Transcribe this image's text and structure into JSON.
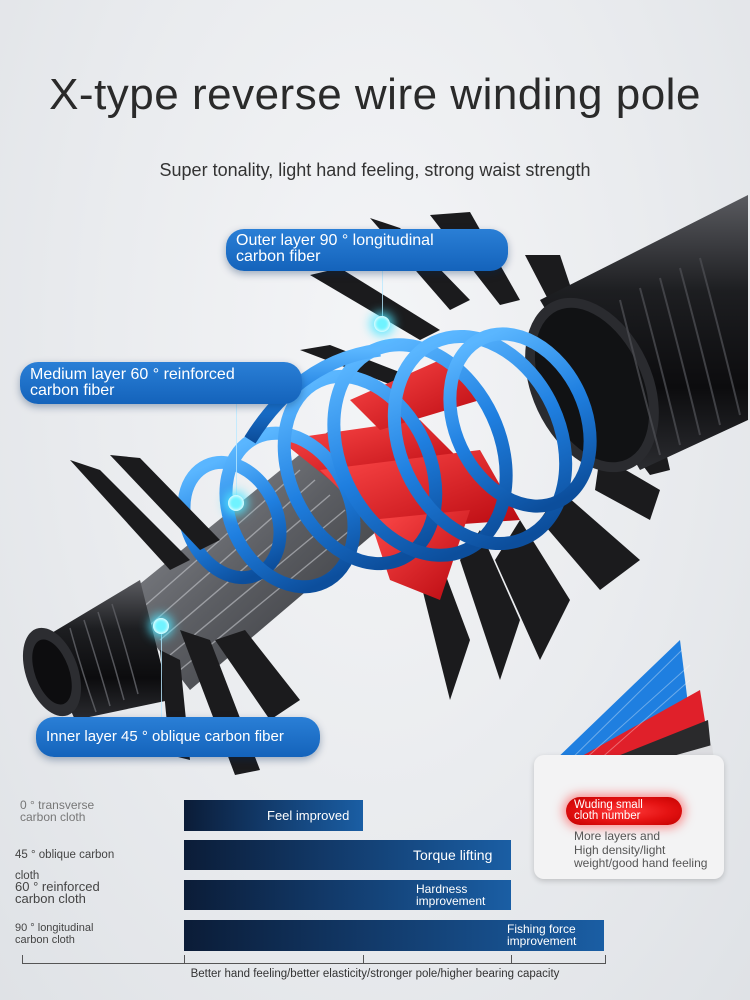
{
  "header": {
    "title": "X-type reverse wire winding pole",
    "subtitle": "Super tonality, light hand feeling, strong waist strength"
  },
  "callouts": {
    "outer": [
      "Outer layer 90 ° longitudinal",
      "carbon fiber"
    ],
    "medium": [
      "Medium layer 60 ° reinforced",
      "carbon fiber"
    ],
    "inner": "Inner layer 45 ° oblique carbon fiber"
  },
  "colors": {
    "callout_blue": "#1b6fc8",
    "glow_cyan": "#6ff3ff",
    "bar_dark": "#0b1c37",
    "bar_blue": "#1a5ea4",
    "pill_red": "#e41212",
    "layer_blue": "#1f7fe0",
    "layer_red": "#e0202a",
    "layer_black": "#1b1b1d"
  },
  "legend": {
    "labels": [
      [
        "0 ° transverse",
        "carbon cloth"
      ],
      [
        "45 ° oblique carbon",
        "cloth"
      ],
      [
        "60 ° reinforced",
        "carbon cloth"
      ],
      [
        "90 ° longitudinal",
        "carbon cloth"
      ]
    ],
    "bars": [
      [
        "Feel improved"
      ],
      [
        "Torque lifting"
      ],
      [
        "Hardness",
        "improvement"
      ],
      [
        "Fishing force",
        "improvement"
      ]
    ],
    "axis_caption": "Better hand feeling/better elasticity/stronger pole/higher bearing capacity"
  },
  "inset": {
    "pill": [
      "Wuding small",
      "cloth number"
    ],
    "note": [
      "More layers and",
      "High density/light",
      "weight/good hand feeling"
    ]
  }
}
